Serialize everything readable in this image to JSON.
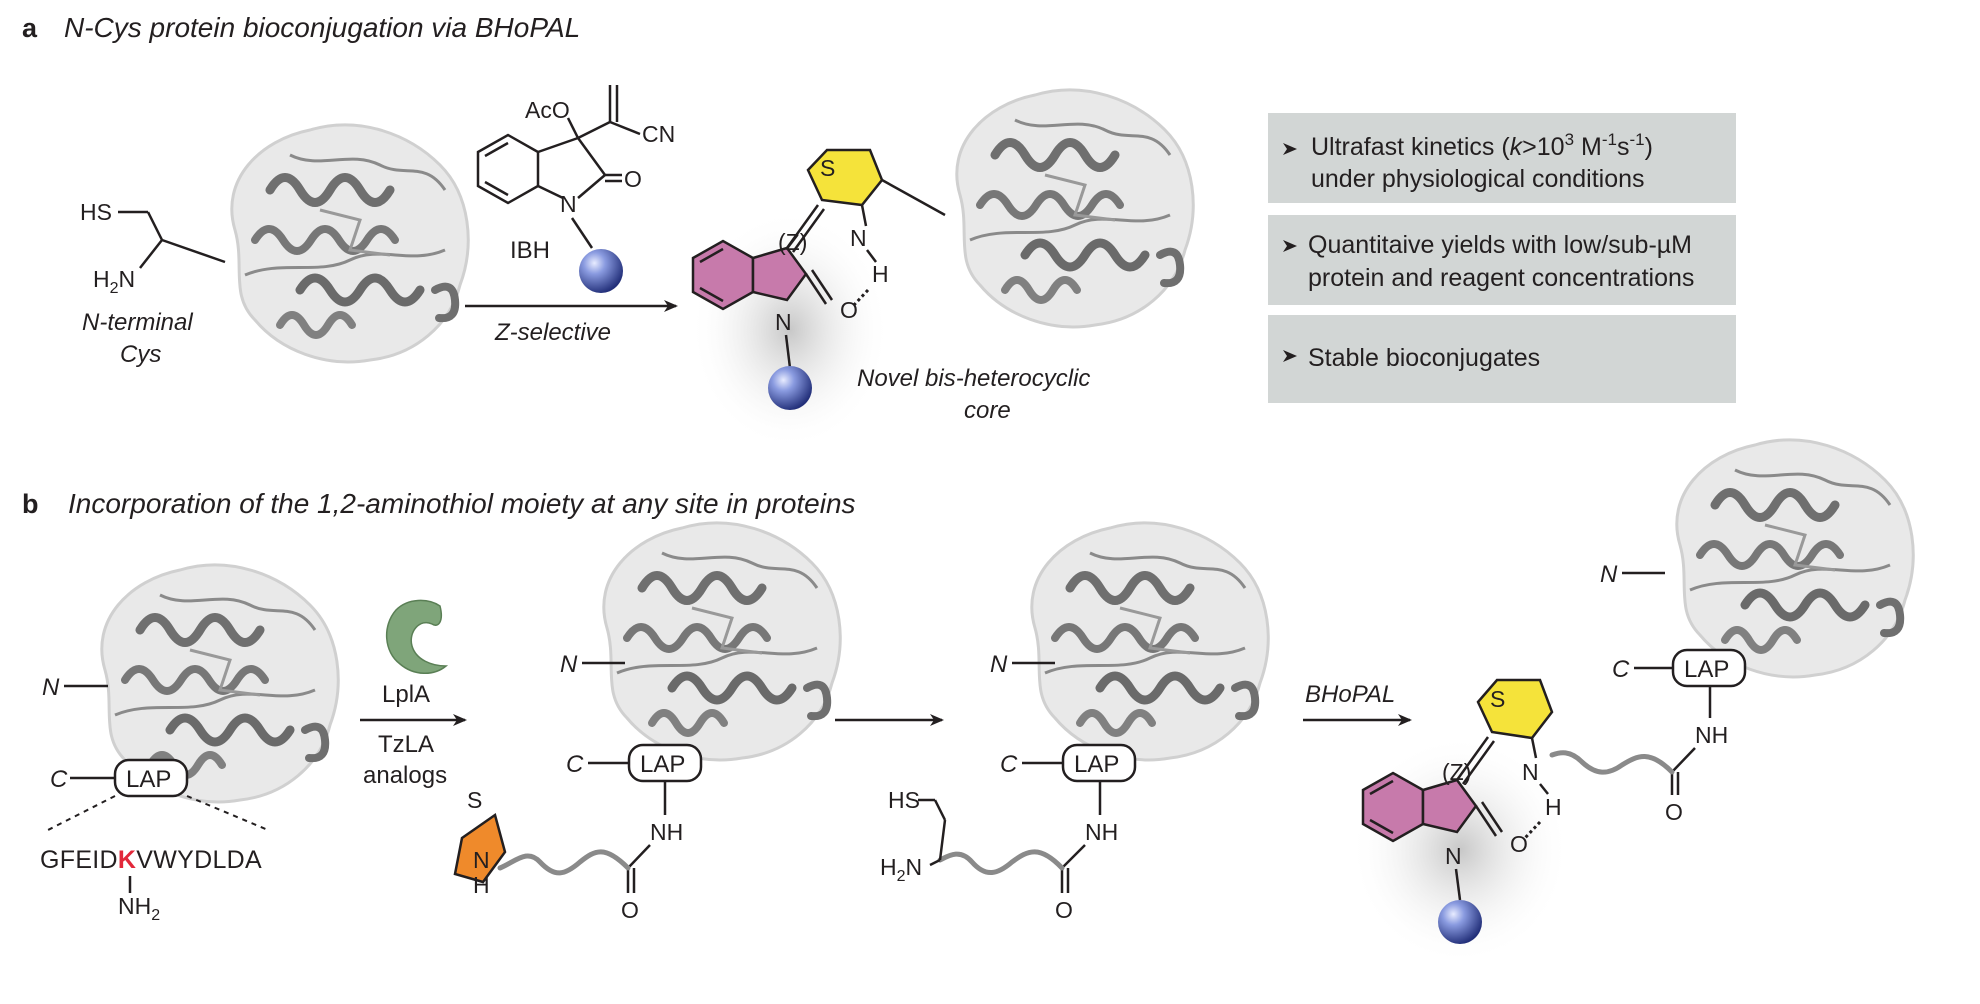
{
  "panel_a": {
    "letter": "a",
    "title": "N-Cys protein bioconjugation via BHoPAL",
    "substrate_label_1": "N-terminal",
    "substrate_label_2": "Cys",
    "reagent_name": "IBH",
    "arrow_label": "Z-selective",
    "product_label_1": "Novel bis-heterocyclic",
    "product_label_2": "core",
    "stereo_label": "(Z)",
    "features": [
      {
        "line1_prefix": "Ultrafast kinetics (",
        "line1_k": "k",
        "line1_mid": ">10",
        "line1_exp": "3",
        "line1_unit": " M",
        "line1_exp2": "-1",
        "line1_s": "s",
        "line1_exp3": "-1",
        "line1_close": ")",
        "line2": "under physiological conditions"
      },
      {
        "line1": "Quantitaive yields with low/sub-µM",
        "line2": "protein and reagent concentrations"
      },
      {
        "line1": "Stable bioconjugates"
      }
    ],
    "atoms": {
      "hs": "HS",
      "h2n": "H",
      "n2sub": "2",
      "n2": "N",
      "aco": "AcO",
      "cn": "CN",
      "o": "O",
      "n": "N",
      "s": "S",
      "h": "H"
    }
  },
  "panel_b": {
    "letter": "b",
    "title": "Incorporation of the 1,2-aminothiol moiety at any site in proteins",
    "n_term": "N",
    "c_term": "C",
    "tag": "LAP",
    "enzyme": "LplA",
    "substrate_1": "TzLA",
    "substrate_2": "analogs",
    "arrow3_label": "BHoPAL",
    "sequence_left": "GFEID",
    "sequence_k": "K",
    "sequence_right": "VWYDLDA",
    "nh2": "NH",
    "nh2_sub": "2",
    "nh": "NH",
    "o": "O",
    "s": "S",
    "n": "N",
    "h": "H",
    "hs": "HS",
    "h2n_h": "H",
    "h2n_sub": "2",
    "h2n_n": "N",
    "stereo_label": "(Z)"
  },
  "colors": {
    "pink": "#c77aab",
    "yellow": "#f5e33a",
    "orange": "#ef8a2b",
    "enzyme_green": "#7fa57a",
    "sphere_blue": "#4a5fb0",
    "feature_box": "#d2d6d5",
    "lysine_red": "#e2283a",
    "linker_gray": "#8a8a8a",
    "protein_gray": "#6f6f6f"
  }
}
